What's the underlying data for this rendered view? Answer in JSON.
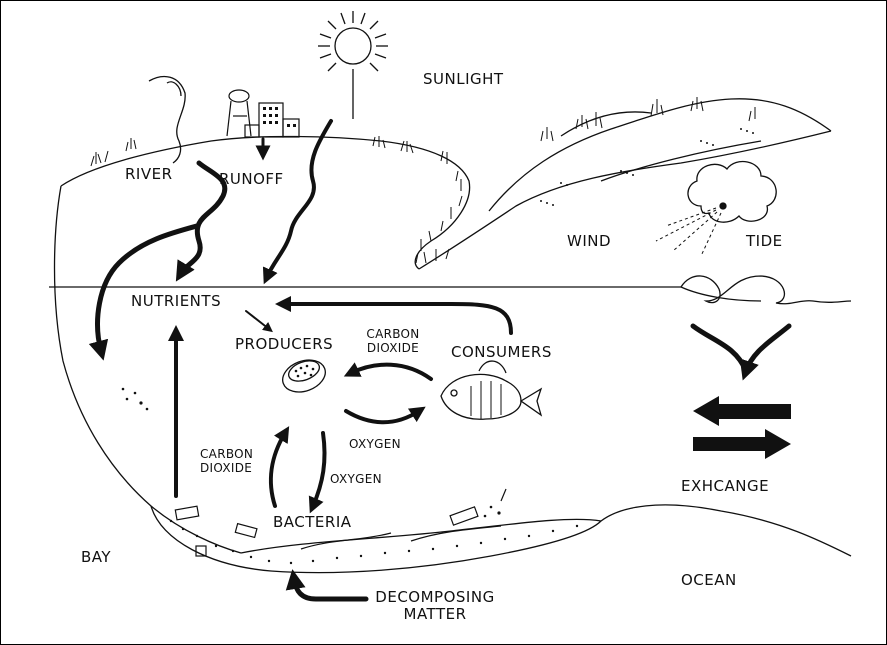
{
  "labels": {
    "sunlight": "SUNLIGHT",
    "river": "RIVER",
    "runoff": "RUNOFF",
    "wind": "WIND",
    "tide": "TIDE",
    "nutrients": "NUTRIENTS",
    "producers": "PRODUCERS",
    "carbon_dioxide_top_1": "CARBON",
    "carbon_dioxide_top_2": "DIOXIDE",
    "consumers": "CONSUMERS",
    "oxygen_middle": "OXYGEN",
    "carbon_dioxide_left_1": "CARBON",
    "carbon_dioxide_left_2": "DIOXIDE",
    "oxygen_lower": "OXYGEN",
    "bacteria": "BACTERIA",
    "exchange": "EXHCANGE",
    "bay": "BAY",
    "ocean": "OCEAN",
    "decomposing_1": "DECOMPOSING",
    "decomposing_2": "MATTER"
  },
  "colors": {
    "ink": "#111111",
    "paper": "#ffffff"
  }
}
